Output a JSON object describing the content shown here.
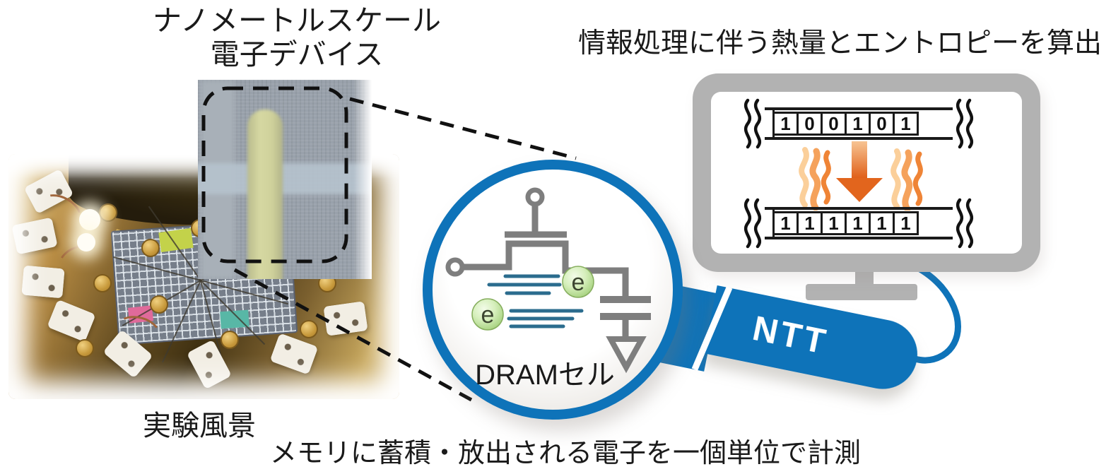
{
  "captions": {
    "device": {
      "line1": "ナノメートルスケール",
      "line2": "電子デバイス"
    },
    "monitor": "情報処理に伴う熱量とエントロピーを算出",
    "experiment": "実験風景",
    "bottom": "メモリに蓄積・放出される電子を一個単位で計測"
  },
  "magnifier": {
    "lens_label": "DRAMセル",
    "handle_label": "NTT",
    "electron_label": "e"
  },
  "monitor_screen": {
    "top_bits": [
      "1",
      "0",
      "0",
      "1",
      "0",
      "1"
    ],
    "bottom_bits": [
      "1",
      "1",
      "1",
      "1",
      "1",
      "1"
    ]
  },
  "colors": {
    "accent_blue": "#0e73b9",
    "monitor_gray": "#b2b2b2",
    "circuit_gray": "#7e7e7e",
    "charge_line_teal": "#2b6c8e",
    "electron_green": "#b9e09c",
    "arrow_orange": "#e05f17",
    "flame_orange": "#f5a25c",
    "ink_black": "#1a1a1a"
  }
}
